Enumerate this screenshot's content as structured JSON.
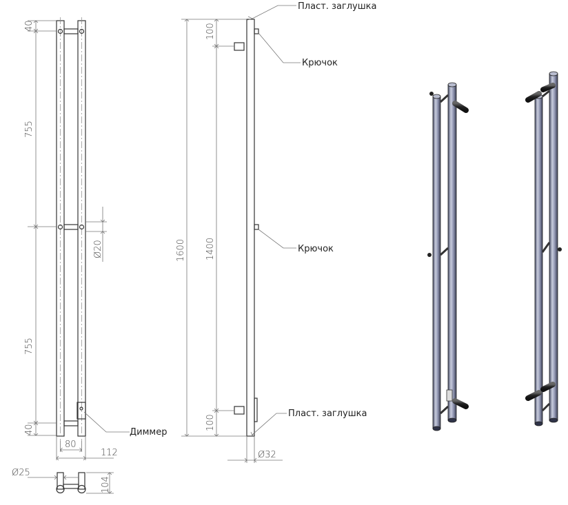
{
  "dimensions": {
    "front_top_gap": "40",
    "front_upper_span": "755",
    "front_lower_span": "755",
    "front_bottom_gap": "40",
    "front_hole_diameter": "Ø20",
    "front_pipe_spacing": "80",
    "front_overall_width": "112",
    "plan_pipe_diameter": "Ø25",
    "plan_depth": "104",
    "side_total_height": "1600",
    "side_top_offset": "100",
    "side_mid_span": "1400",
    "side_bottom_offset": "100",
    "side_pipe_diameter": "Ø32"
  },
  "callouts": {
    "top_cap": "Пласт. заглушка",
    "hook_upper": "Крючок",
    "hook_middle": "Крючок",
    "bottom_cap": "Пласт. заглушка",
    "dimmer": "Диммер"
  },
  "colors": {
    "line": "#333333",
    "dimension": "#777777",
    "iso_steel_light": "#c8ccdc",
    "iso_steel_dark": "#4a4f6a",
    "hook_black": "#222222"
  }
}
